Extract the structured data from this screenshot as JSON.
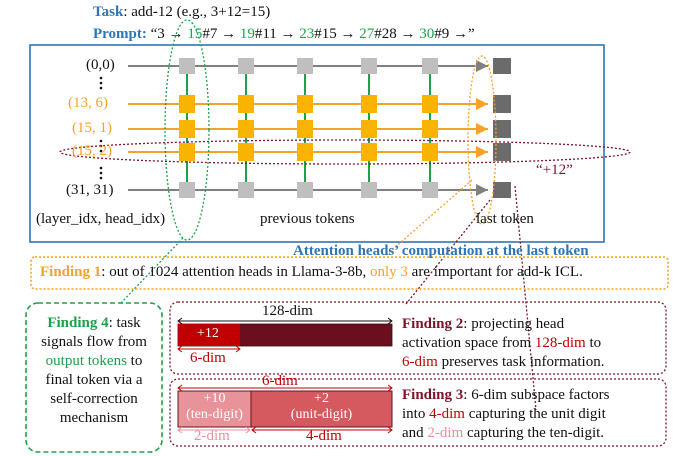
{
  "task": {
    "label": "Task",
    "value": ": add-12 (e.g., 3+12=15)"
  },
  "prompt": {
    "label": "Prompt:",
    "open": " “3 → ",
    "parts": [
      {
        "out": "15",
        "rest": "#7 → "
      },
      {
        "out": "19",
        "rest": "#11 → "
      },
      {
        "out": "23",
        "rest": "#15 → "
      },
      {
        "out": "27",
        "rest": "#28 → "
      },
      {
        "out": "30",
        "rest": "#9 →”"
      }
    ]
  },
  "grid": {
    "rows": [
      {
        "label": "(0,0)",
        "color": "#111111"
      },
      {
        "label": "(13, 6)",
        "color": "#f4a22a"
      },
      {
        "label": "(15, 1)",
        "color": "#f4a22a"
      },
      {
        "label": "(15, 2)",
        "color": "#f4a22a"
      },
      {
        "label": "(31, 31)",
        "color": "#111111"
      }
    ],
    "layer_head_label": "(layer_idx, head_idx)",
    "previous_tokens_label": "previous tokens",
    "last_token_label": "last token",
    "output_label": "“+12”"
  },
  "caption": "Attention heads’ computation at the last token",
  "finding1": {
    "label": "Finding 1",
    "text_a": ": out of 1024 attention heads in Llama-3-8b, ",
    "highlight": "only 3",
    "text_b": " are important for add-k ICL."
  },
  "finding4": {
    "label": "Finding 4",
    "line1_rest": ": task",
    "line2": "signals flow from",
    "line3_hl": "output tokens",
    "line3_rest": " to",
    "line4": "final token via a",
    "line5": "self-correction",
    "line6": "mechanism"
  },
  "finding2": {
    "label": "Finding 2",
    "line1_rest": ": projecting head",
    "line2_a": "activation space from ",
    "line2_hl": "128-dim",
    "line2_b": " to",
    "line3_hl": "6-dim",
    "line3_b": " preserves task information.",
    "bar_top_label": "128-dim",
    "bar_value": "+12",
    "bar_bottom_label": "6-dim"
  },
  "finding3": {
    "label": "Finding 3",
    "line1_rest": ": 6-dim subspace factors",
    "line2_a": "into ",
    "line2_hl": "4-dim",
    "line2_b": " capturing the unit digit",
    "line3_a": "and ",
    "line3_hl": "2-dim",
    "line3_b": " capturing the ten-digit.",
    "top_label": "6-dim",
    "left_value": "+10",
    "left_desc": "(ten-digit)",
    "right_value": "+2",
    "right_desc": "(unit-digit)",
    "left_bottom": "2-dim",
    "right_bottom": "4-dim"
  },
  "colors": {
    "accent_blue": "#2e75b6",
    "green": "#1aa34a",
    "orange": "#f4a22a",
    "maroon": "#7b1528",
    "gray_node": "#bfbfbf",
    "dark_node": "#6b6b6b",
    "orange_node": "#f8b400"
  }
}
